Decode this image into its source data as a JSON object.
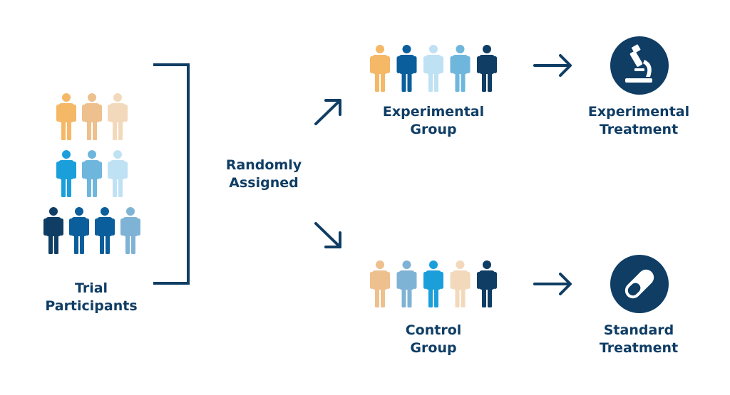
{
  "colors": {
    "navy": "#0f3d64",
    "dark_blue": "#0a5e9c",
    "bright_blue": "#1a9fdb",
    "mid_blue": "#6fb6dd",
    "light_blue": "#bfe1f4",
    "dusty_blue": "#7fb3d5",
    "gold": "#f4b866",
    "tan": "#eec08e",
    "beige": "#f2d9bb"
  },
  "labels": {
    "trial": [
      "Trial",
      "Participants"
    ],
    "randomly": [
      "Randomly",
      "Assigned"
    ],
    "experimental_group": [
      "Experimental",
      "Group"
    ],
    "control_group": [
      "Control",
      "Group"
    ],
    "experimental_treatment": [
      "Experimental",
      "Treatment"
    ],
    "standard_treatment": [
      "Standard",
      "Treatment"
    ]
  },
  "icons": {
    "experimental": "microscope-icon",
    "standard": "pill-icon"
  },
  "groups": {
    "trial_row1": [
      "gold",
      "tan",
      "beige"
    ],
    "trial_row2": [
      "bright_blue",
      "mid_blue",
      "light_blue"
    ],
    "trial_row3": [
      "navy",
      "dark_blue",
      "dark_blue",
      "dusty_blue"
    ],
    "experimental": [
      "gold",
      "dark_blue",
      "light_blue",
      "mid_blue",
      "navy"
    ],
    "control": [
      "tan",
      "dusty_blue",
      "bright_blue",
      "beige",
      "navy"
    ]
  }
}
